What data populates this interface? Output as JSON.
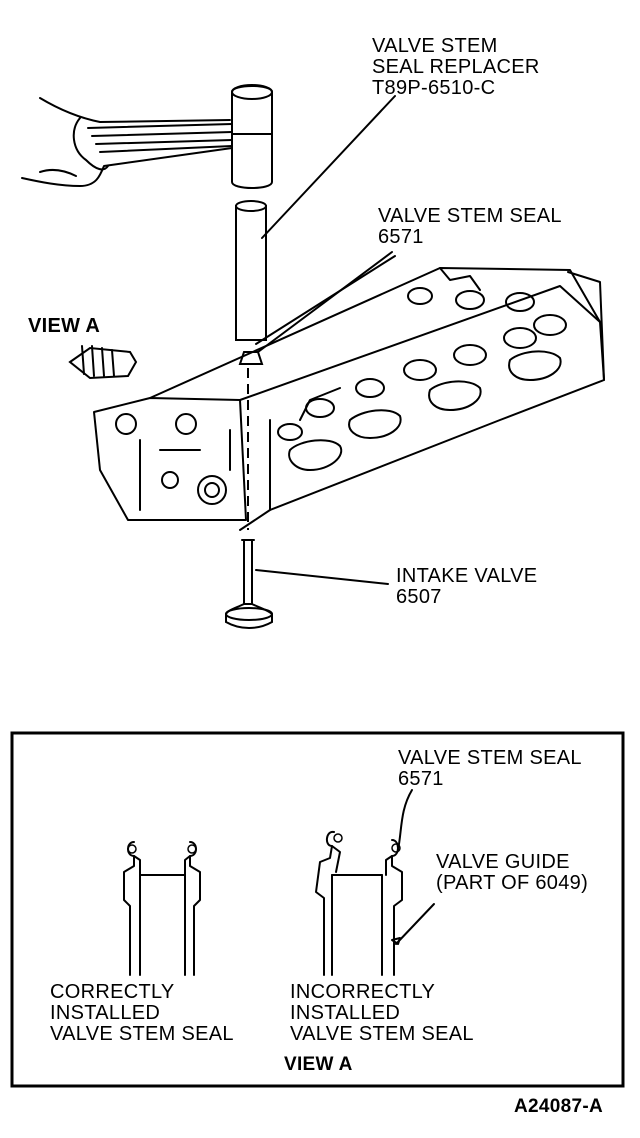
{
  "labels": {
    "replacer": [
      "VALVE STEM",
      "SEAL REPLACER",
      "T89P-6510-C"
    ],
    "seal_top": [
      "VALVE STEM SEAL",
      "6571"
    ],
    "view_a_top": "VIEW A",
    "intake": [
      "INTAKE VALVE",
      "6507"
    ],
    "seal_inset": [
      "VALVE STEM SEAL",
      "6571"
    ],
    "guide": [
      "VALVE GUIDE",
      "(PART OF 6049)"
    ],
    "correct": [
      "CORRECTLY",
      "INSTALLED",
      "VALVE STEM SEAL"
    ],
    "incorrect": [
      "INCORRECTLY",
      "INSTALLED",
      "VALVE STEM SEAL"
    ],
    "view_a_caption": "VIEW A",
    "figure_id": "A24087-A"
  }
}
